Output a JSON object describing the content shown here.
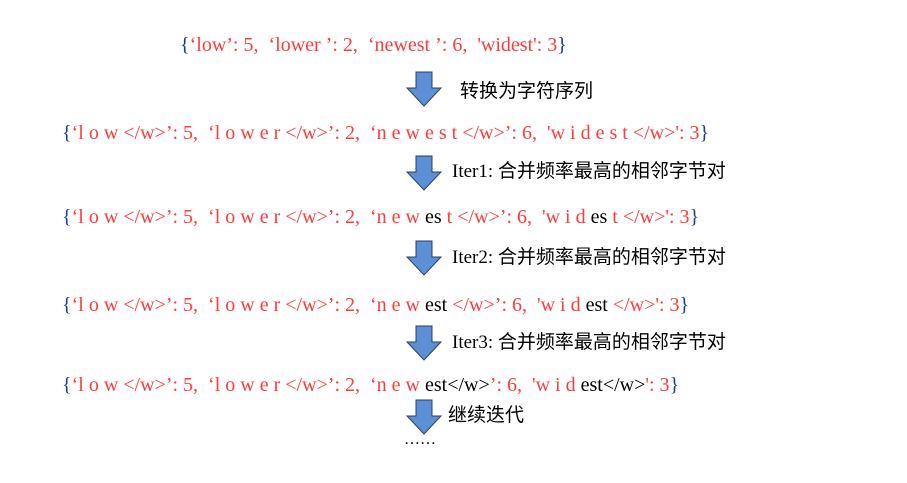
{
  "colors": {
    "red": "#ff3b3b",
    "black": "#000000",
    "blue": "#1f3a8a",
    "arrow": "#5b8fd6"
  },
  "lines": [
    [
      {
        "t": "{",
        "c": "b"
      },
      {
        "t": "‘low’: 5,  ‘lower ’: 2,  ‘newest ’: 6,  'widest': 3",
        "c": "r"
      },
      {
        "t": "}",
        "c": "b"
      }
    ],
    [
      {
        "t": "{",
        "c": "b"
      },
      {
        "t": "‘l o w </w>’: 5,  ‘l o w e r </w>’: 2,  ‘n e w e s t </w>’: 6,  'w i d e s t </w>': 3",
        "c": "r"
      },
      {
        "t": "}",
        "c": "b"
      }
    ],
    [
      {
        "t": "{",
        "c": "b"
      },
      {
        "t": "‘l o w </w>’: 5,  ‘l o w e r </w>’: 2,  ‘n e w ",
        "c": "r"
      },
      {
        "t": "es",
        "c": "k"
      },
      {
        "t": " t </w>’: 6,  'w i d ",
        "c": "r"
      },
      {
        "t": "es",
        "c": "k"
      },
      {
        "t": " t </w>': 3",
        "c": "r"
      },
      {
        "t": "}",
        "c": "b"
      }
    ],
    [
      {
        "t": "{",
        "c": "b"
      },
      {
        "t": "‘l o w </w>’: 5,  ‘l o w e r </w>’: 2,  ‘n e w ",
        "c": "r"
      },
      {
        "t": "est",
        "c": "k"
      },
      {
        "t": " </w>’: 6,  'w i d ",
        "c": "r"
      },
      {
        "t": "est",
        "c": "k"
      },
      {
        "t": " </w>': 3",
        "c": "r"
      },
      {
        "t": "}",
        "c": "b"
      }
    ],
    [
      {
        "t": "{",
        "c": "b"
      },
      {
        "t": "‘l o w </w>’: 5,  ‘l o w e r </w>’: 2,  ‘n e w ",
        "c": "r"
      },
      {
        "t": "est</w>",
        "c": "k"
      },
      {
        "t": "’: 6,  'w i d ",
        "c": "r"
      },
      {
        "t": "est</w>",
        "c": "k"
      },
      {
        "t": "': 3",
        "c": "r"
      },
      {
        "t": "}",
        "c": "b"
      }
    ]
  ],
  "steps": [
    "转换为字符序列",
    "Iter1: 合并频率最高的相邻字节对",
    "Iter2: 合并频率最高的相邻字节对",
    "Iter3: 合并频率最高的相邻字节对",
    "继续迭代"
  ],
  "ellipsis": "……"
}
